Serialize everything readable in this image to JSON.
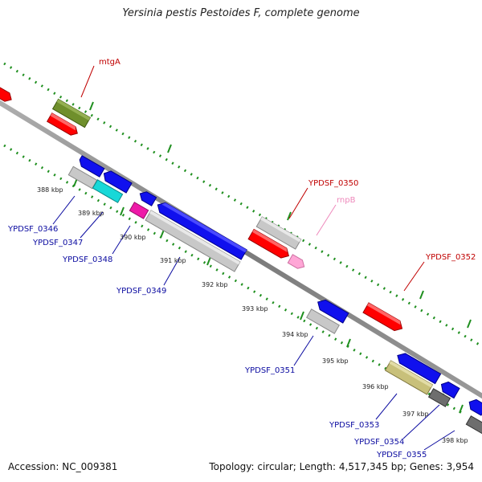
{
  "title": "Yersinia pestis Pestoides F, complete genome",
  "accession_label": "Accession: NC_009381",
  "topology_label": "Topology: circular; Length: 4,517,345 bp; Genes: 3,954",
  "kbp_ticks": [
    "388 kbp",
    "389 kbp",
    "390 kbp",
    "391 kbp",
    "392 kbp",
    "393 kbp",
    "394 kbp",
    "395 kbp",
    "396 kbp",
    "397 kbp",
    "398 kbp"
  ],
  "gene_labels_forward": [
    "mtgA",
    "YPDSF_0350",
    "YPDSF_0352"
  ],
  "gene_labels_rna": [
    "rnpB"
  ],
  "gene_labels_reverse": [
    "YPDSF_0346",
    "YPDSF_0347",
    "YPDSF_0348",
    "YPDSF_0349",
    "YPDSF_0351",
    "YPDSF_0353",
    "YPDSF_0354",
    "YPDSF_0355"
  ],
  "colors": {
    "red": "#ff0000",
    "blue": "#1010ee",
    "gray": "#c8c8c8",
    "darkgray": "#6e6e6e",
    "cyan": "#18d8d8",
    "magenta": "#ee1aa8",
    "olive": "#6f8f2c",
    "khaki": "#c8c07a",
    "pink": "#ffa6d6",
    "backbone": "#8c8c8c",
    "tick_green": "#1f8f1f",
    "label_fwd": "#c00000",
    "label_rev": "#0a0aa0",
    "label_rna": "#ee88bb"
  }
}
